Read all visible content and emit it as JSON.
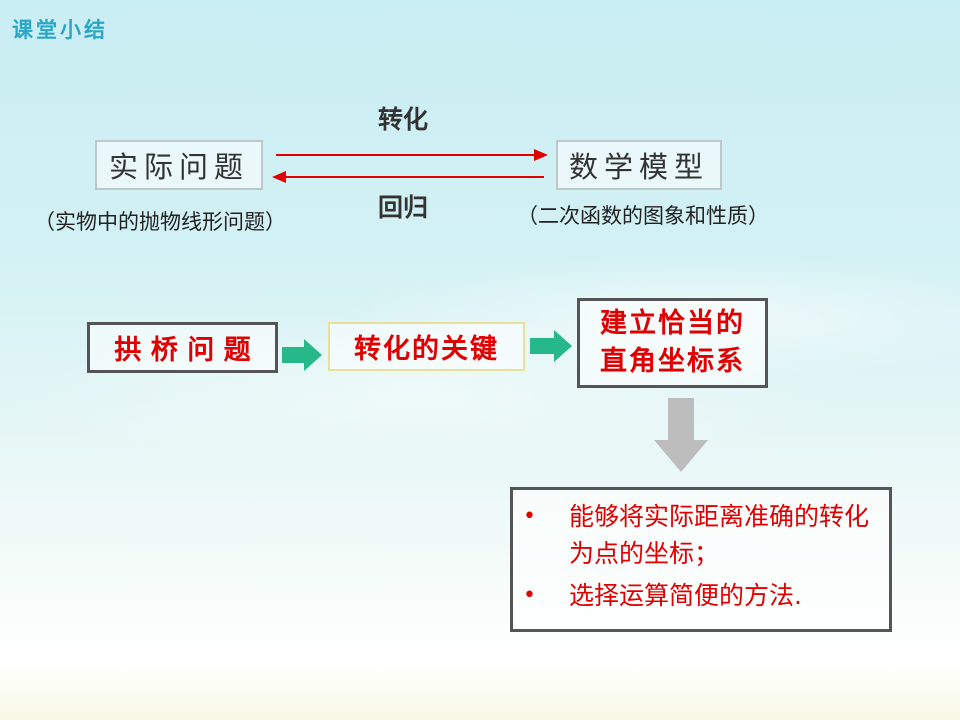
{
  "corner_title": "课堂小结",
  "top_flow": {
    "left_box": "实际问题",
    "right_box": "数学模型",
    "forward_label": "转化",
    "backward_label": "回归",
    "left_note": "（实物中的抛物线形问题）",
    "right_note": "（二次函数的图象和性质）"
  },
  "process_flow": {
    "step1": "拱 桥 问 题",
    "step2": "转化的关键",
    "step3_line1": "建立恰当的",
    "step3_line2": "直角坐标系"
  },
  "conclusion": {
    "points": [
      {
        "bullet": "•",
        "text": "能够将实际距离准确的转化为点的坐标；"
      },
      {
        "bullet": "•",
        "text": "选择运算简便的方法."
      }
    ]
  },
  "colors": {
    "red": "#e00000",
    "teal_arrow": "#27b88a",
    "gray_arrow": "#bdbdbd",
    "title_blue": "#2aa6c6"
  }
}
